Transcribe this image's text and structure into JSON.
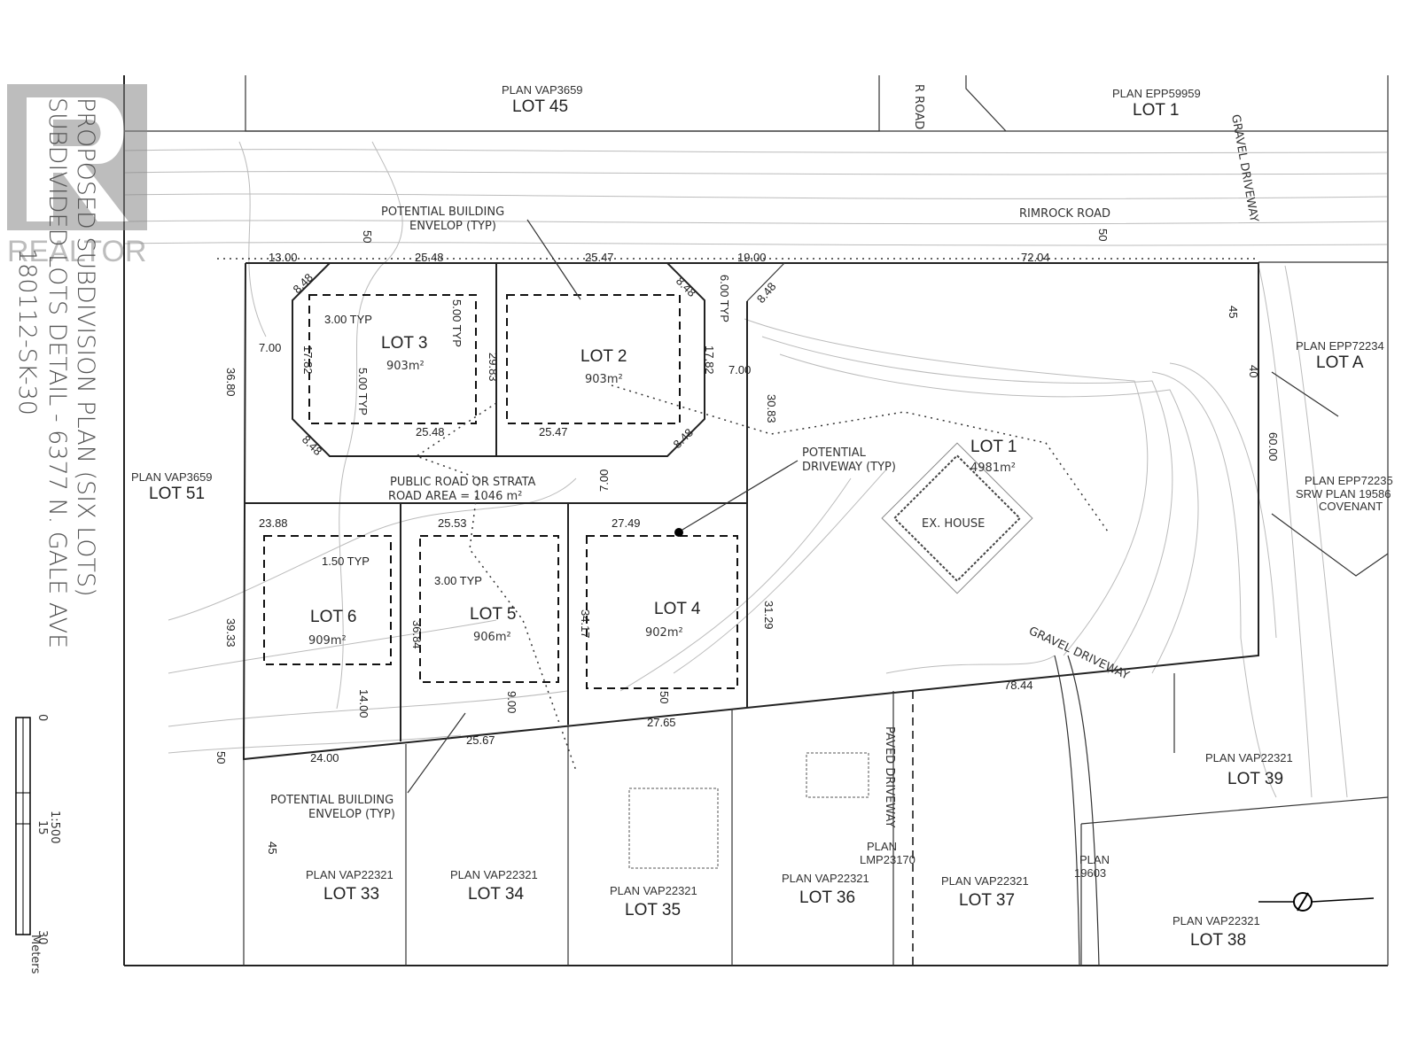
{
  "title": {
    "line1": "PROPOSED SUBDIVISION PLAN (SIX LOTS)",
    "line2": "SUBDIVIDED LOTS DETAIL - 6377 N. GALE AVE",
    "line3": "180112-SK-30"
  },
  "watermark": "REALTOR",
  "scale_bar": {
    "ticks": [
      "0",
      "15",
      "30"
    ],
    "ratio": "1:500",
    "unit": "Meters"
  },
  "roads": {
    "rimrock": "RIMROCK ROAD",
    "side": "R ROAD",
    "public_road": "PUBLIC ROAD OR STRATA",
    "public_road_area": "ROAD AREA = 1046 m²",
    "gravel_driveway": "GRAVEL DRIVEWAY",
    "gravel_driveway_2": "GRAVEL DRIVEWAY",
    "paved_driveway": "PAVED DRIVEWAY"
  },
  "lots": [
    {
      "label": "LOT 1",
      "area": "4981m²"
    },
    {
      "label": "LOT 2",
      "area": "903m²"
    },
    {
      "label": "LOT 3",
      "area": "903m²"
    },
    {
      "label": "LOT 4",
      "area": "902m²"
    },
    {
      "label": "LOT 5",
      "area": "906m²"
    },
    {
      "label": "LOT 6",
      "area": "909m²"
    }
  ],
  "neighbors": [
    {
      "plan": "PLAN VAP3659",
      "lot": "LOT 45"
    },
    {
      "plan": "PLAN EPP59959",
      "lot": "LOT 1"
    },
    {
      "plan": "PLAN EPP72234",
      "lot": "LOT A"
    },
    {
      "plan": "PLAN EPP72235",
      "lot": "SRW PLAN 19586",
      "extra": "COVENANT"
    },
    {
      "plan": "PLAN VAP3659",
      "lot": "LOT 51"
    },
    {
      "plan": "PLAN VAP22321",
      "lot": "LOT 39"
    },
    {
      "plan": "PLAN VAP22321",
      "lot": "LOT 33"
    },
    {
      "plan": "PLAN VAP22321",
      "lot": "LOT 34"
    },
    {
      "plan": "PLAN VAP22321",
      "lot": "LOT 35"
    },
    {
      "plan": "PLAN VAP22321",
      "lot": "LOT 36"
    },
    {
      "plan": "PLAN VAP22321",
      "lot": "LOT 37"
    },
    {
      "plan": "PLAN VAP22321",
      "lot": "LOT 38"
    },
    {
      "plan": "PLAN",
      "lot": "LMP23170"
    },
    {
      "plan": "PLAN",
      "lot": "19603"
    }
  ],
  "annotations": {
    "envelope_top": [
      "POTENTIAL BUILDING",
      "ENVELOP (TYP)"
    ],
    "envelope_bottom": [
      "POTENTIAL BUILDING",
      "ENVELOP (TYP)"
    ],
    "driveway": [
      "POTENTIAL",
      "DRIVEWAY (TYP)"
    ],
    "ex_house": "EX. HOUSE"
  },
  "dims": {
    "d1300": "13.00",
    "d2548a": "25.48",
    "d2547a": "25.47",
    "d1900": "19.00",
    "d7204": "72.04",
    "d848a": "8.48",
    "d848b": "8.48",
    "d848c": "8.48",
    "d848d": "8.48",
    "d848e": "8.48",
    "d300a": "3.00 TYP",
    "d500a": "5.00 TYP",
    "d500b": "5.00 TYP",
    "d600": "6.00 TYP",
    "d700a": "7.00",
    "d700b": "7.00",
    "d700c": "7.00",
    "d1782a": "17.82",
    "d1782b": "17.82",
    "d2983": "29.83",
    "d3083": "30.83",
    "d3680": "36.80",
    "d2548b": "25.48",
    "d2547b": "25.47",
    "d2388": "23.88",
    "d2553": "25.53",
    "d2749": "27.49",
    "d150": "1.50 TYP",
    "d300b": "3.00 TYP",
    "d3933": "39.33",
    "d3684": "36.84",
    "d3417": "34.17",
    "d3129": "31.29",
    "d1400": "14.00",
    "d900": "9.00",
    "d2400": "24.00",
    "d2567": "25.67",
    "d2765": "27.65",
    "d7844": "78.44",
    "d6000": "60.00",
    "c50a": "50",
    "c50b": "50",
    "c50c": "50",
    "c45a": "45",
    "c40": "40",
    "c45b": "45",
    "c50d": "50"
  }
}
